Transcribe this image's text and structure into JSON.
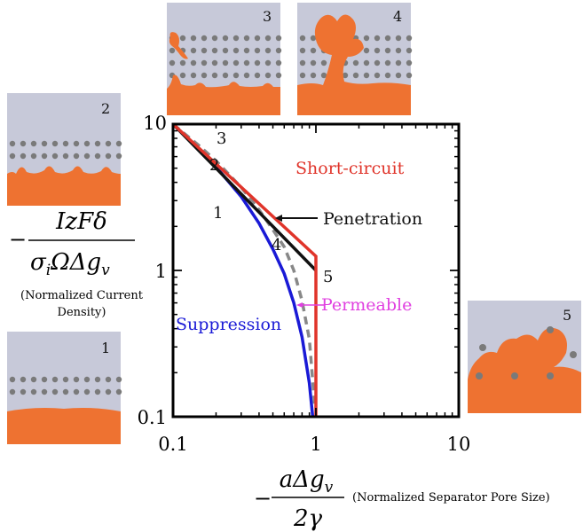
{
  "chart_data": {
    "type": "line",
    "x_scale": "log",
    "y_scale": "log",
    "xlim": [
      0.1,
      10
    ],
    "ylim": [
      0.1,
      10
    ],
    "x_ticks": [
      "0.1",
      "1",
      "10"
    ],
    "y_ticks": [
      "0.1",
      "1",
      "10"
    ],
    "xlabel": {
      "math": {
        "numerator": "aΔg",
        "numerator_sub": "v",
        "denominator": "2γ",
        "sign": "−"
      },
      "text": "(Normalized Separator Pore Size)"
    },
    "ylabel": {
      "math": {
        "numerator": "IzFδ",
        "denominator_parts": [
          "σ",
          "i",
          "ΩΔg",
          "v"
        ],
        "sign": "−"
      },
      "text_line1": "(Normalized Current",
      "text_line2": "Density)"
    },
    "series": [
      {
        "color": "#1a1ad6",
        "style": "solid",
        "points": [
          [
            0.1,
            10
          ],
          [
            0.15,
            6.8
          ],
          [
            0.2,
            5.1
          ],
          [
            0.3,
            3.2
          ],
          [
            0.4,
            2.1
          ],
          [
            0.5,
            1.4
          ],
          [
            0.6,
            0.95
          ],
          [
            0.7,
            0.6
          ],
          [
            0.8,
            0.35
          ],
          [
            0.9,
            0.17
          ],
          [
            0.95,
            0.1
          ]
        ]
      },
      {
        "color": "#888888",
        "style": "dashed",
        "points": [
          [
            0.1,
            10
          ],
          [
            0.15,
            7.2
          ],
          [
            0.2,
            5.6
          ],
          [
            0.3,
            3.7
          ],
          [
            0.4,
            2.6
          ],
          [
            0.5,
            1.9
          ],
          [
            0.6,
            1.45
          ],
          [
            0.7,
            1.0
          ],
          [
            0.8,
            0.62
          ],
          [
            0.9,
            0.34
          ],
          [
            0.98,
            0.12
          ]
        ]
      },
      {
        "color": "#111111",
        "style": "solid",
        "points": [
          [
            0.1,
            10
          ],
          [
            1.0,
            1.0
          ]
        ]
      },
      {
        "color": "#e0342a",
        "style": "solid",
        "points": [
          [
            0.1,
            10
          ],
          [
            1.0,
            1.25
          ],
          [
            1.0,
            0.1
          ]
        ]
      }
    ],
    "regions": [
      "Short-circuit",
      "Penetration",
      "Permeable",
      "Suppression"
    ],
    "curve_labels": [
      "1",
      "2",
      "3",
      "4",
      "5"
    ]
  },
  "annotations": {
    "short_circuit": {
      "text": "Short-circuit",
      "color": "#e0342a"
    },
    "penetration": {
      "text": "Penetration",
      "color": "#111111"
    },
    "permeable": {
      "text": "Permeable",
      "color": "#e040e0"
    },
    "suppression": {
      "text": "Suppression",
      "color": "#1a1ad6"
    },
    "label_1": "1",
    "label_2": "2",
    "label_3": "3",
    "label_4": "4",
    "label_5": "5"
  },
  "insets": [
    {
      "label": "3"
    },
    {
      "label": "4"
    },
    {
      "label": "2"
    },
    {
      "label": "1"
    },
    {
      "label": "5"
    }
  ],
  "colors": {
    "electrolyte": "#c7c9d9",
    "metal": "#ee7231",
    "separator_dot": "#7a7a7a"
  }
}
